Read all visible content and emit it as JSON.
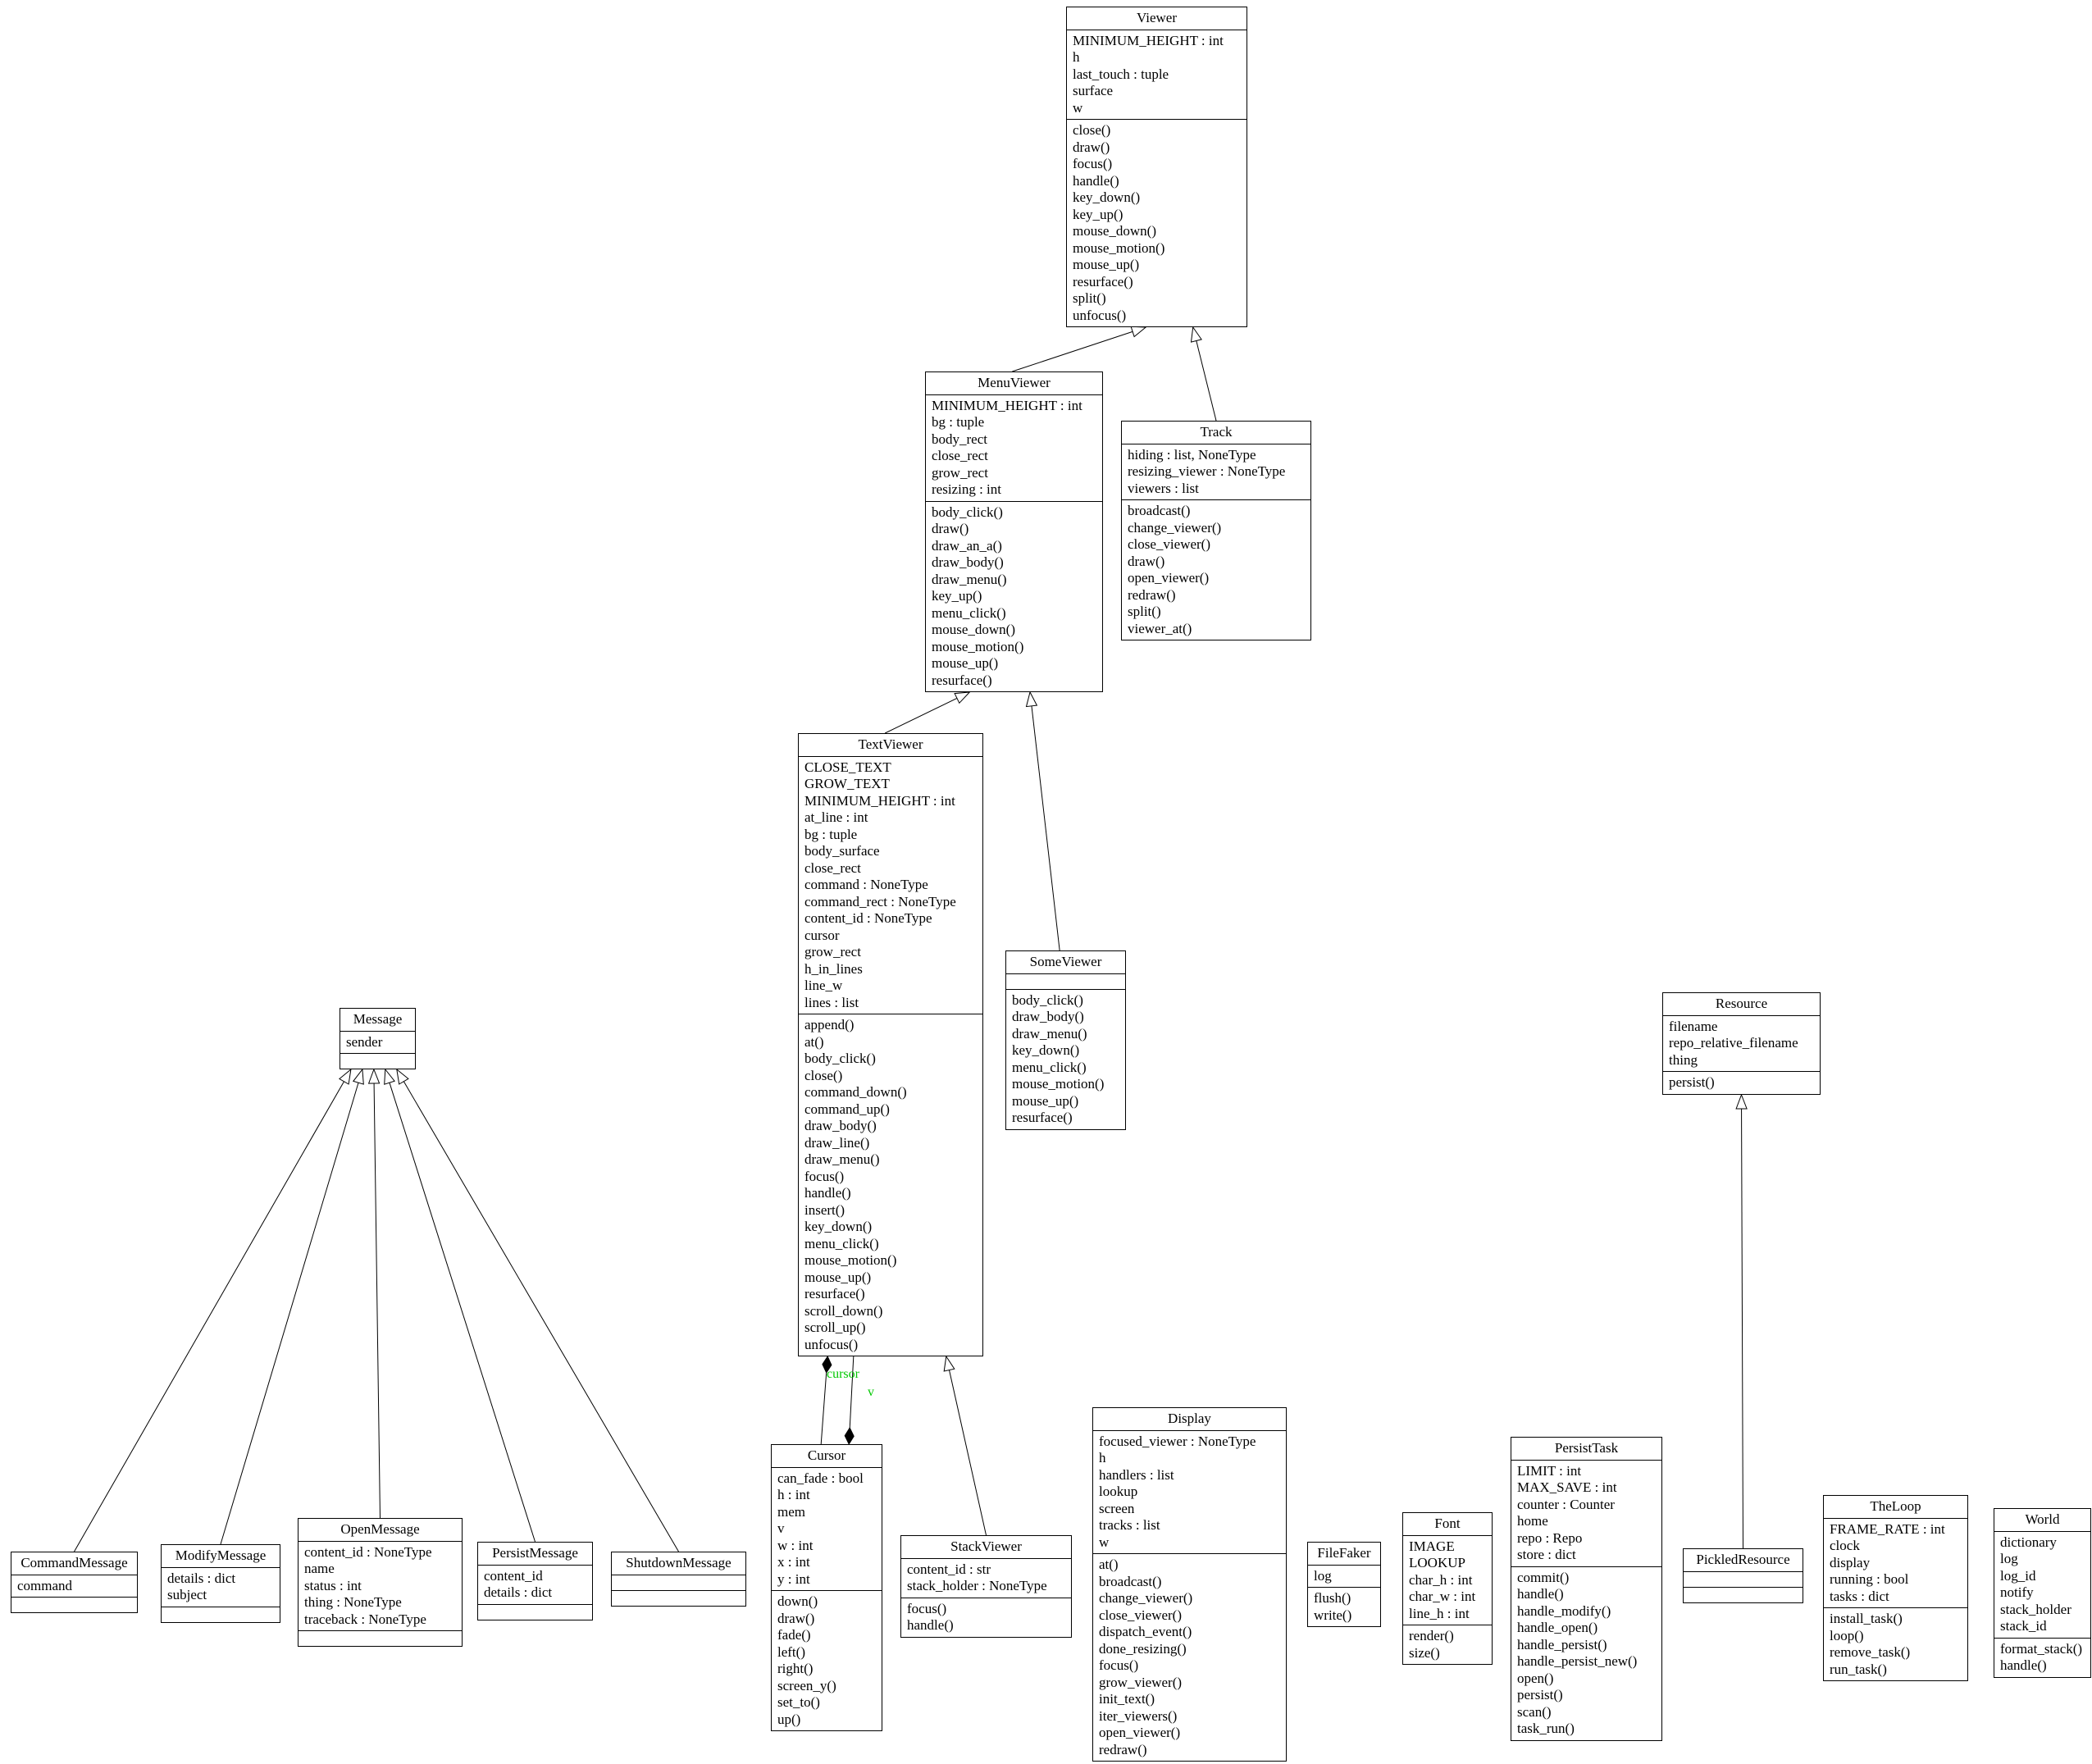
{
  "diagram": {
    "type": "uml-class-diagram",
    "colors": {
      "background": "#ffffff",
      "line": "#000000",
      "text": "#000000",
      "box_fill": "#ffffff",
      "composition_label": "#00c800"
    },
    "classes": [
      {
        "name": "Viewer",
        "attributes": [
          "MINIMUM_HEIGHT : int",
          "h",
          "last_touch : tuple",
          "surface",
          "w"
        ],
        "methods": [
          "close()",
          "draw()",
          "focus()",
          "handle()",
          "key_down()",
          "key_up()",
          "mouse_down()",
          "mouse_motion()",
          "mouse_up()",
          "resurface()",
          "split()",
          "unfocus()"
        ]
      },
      {
        "name": "MenuViewer",
        "attributes": [
          "MINIMUM_HEIGHT : int",
          "bg : tuple",
          "body_rect",
          "close_rect",
          "grow_rect",
          "resizing : int"
        ],
        "methods": [
          "body_click()",
          "draw()",
          "draw_an_a()",
          "draw_body()",
          "draw_menu()",
          "key_up()",
          "menu_click()",
          "mouse_down()",
          "mouse_motion()",
          "mouse_up()",
          "resurface()"
        ]
      },
      {
        "name": "Track",
        "attributes": [
          "hiding : list, NoneType",
          "resizing_viewer : NoneType",
          "viewers : list"
        ],
        "methods": [
          "broadcast()",
          "change_viewer()",
          "close_viewer()",
          "draw()",
          "open_viewer()",
          "redraw()",
          "split()",
          "viewer_at()"
        ]
      },
      {
        "name": "TextViewer",
        "attributes": [
          "CLOSE_TEXT",
          "GROW_TEXT",
          "MINIMUM_HEIGHT : int",
          "at_line : int",
          "bg : tuple",
          "body_surface",
          "close_rect",
          "command : NoneType",
          "command_rect : NoneType",
          "content_id : NoneType",
          "cursor",
          "grow_rect",
          "h_in_lines",
          "line_w",
          "lines : list"
        ],
        "methods": [
          "append()",
          "at()",
          "body_click()",
          "close()",
          "command_down()",
          "command_up()",
          "draw_body()",
          "draw_line()",
          "draw_menu()",
          "focus()",
          "handle()",
          "insert()",
          "key_down()",
          "menu_click()",
          "mouse_motion()",
          "mouse_up()",
          "resurface()",
          "scroll_down()",
          "scroll_up()",
          "unfocus()"
        ]
      },
      {
        "name": "SomeViewer",
        "attributes": [],
        "methods": [
          "body_click()",
          "draw_body()",
          "draw_menu()",
          "key_down()",
          "menu_click()",
          "mouse_motion()",
          "mouse_up()",
          "resurface()"
        ]
      },
      {
        "name": "Message",
        "attributes": [
          "sender"
        ],
        "methods": []
      },
      {
        "name": "Resource",
        "attributes": [
          "filename",
          "repo_relative_filename",
          "thing"
        ],
        "methods": [
          "persist()"
        ]
      },
      {
        "name": "CommandMessage",
        "attributes": [
          "command"
        ],
        "methods": []
      },
      {
        "name": "ModifyMessage",
        "attributes": [
          "details : dict",
          "subject"
        ],
        "methods": []
      },
      {
        "name": "OpenMessage",
        "attributes": [
          "content_id : NoneType",
          "name",
          "status : int",
          "thing : NoneType",
          "traceback : NoneType"
        ],
        "methods": []
      },
      {
        "name": "PersistMessage",
        "attributes": [
          "content_id",
          "details : dict"
        ],
        "methods": []
      },
      {
        "name": "ShutdownMessage",
        "attributes": [],
        "methods": []
      },
      {
        "name": "Cursor",
        "attributes": [
          "can_fade : bool",
          "h : int",
          "mem",
          "v",
          "w : int",
          "x : int",
          "y : int"
        ],
        "methods": [
          "down()",
          "draw()",
          "fade()",
          "left()",
          "right()",
          "screen_y()",
          "set_to()",
          "up()"
        ]
      },
      {
        "name": "StackViewer",
        "attributes": [
          "content_id : str",
          "stack_holder : NoneType"
        ],
        "methods": [
          "focus()",
          "handle()"
        ]
      },
      {
        "name": "Display",
        "attributes": [
          "focused_viewer : NoneType",
          "h",
          "handlers : list",
          "lookup",
          "screen",
          "tracks : list",
          "w"
        ],
        "methods": [
          "at()",
          "broadcast()",
          "change_viewer()",
          "close_viewer()",
          "dispatch_event()",
          "done_resizing()",
          "focus()",
          "grow_viewer()",
          "init_text()",
          "iter_viewers()",
          "open_viewer()",
          "redraw()"
        ]
      },
      {
        "name": "FileFaker",
        "attributes": [
          "log"
        ],
        "methods": [
          "flush()",
          "write()"
        ]
      },
      {
        "name": "Font",
        "attributes": [
          "IMAGE",
          "LOOKUP",
          "char_h : int",
          "char_w : int",
          "line_h : int"
        ],
        "methods": [
          "render()",
          "size()"
        ]
      },
      {
        "name": "PersistTask",
        "attributes": [
          "LIMIT : int",
          "MAX_SAVE : int",
          "counter : Counter",
          "home",
          "repo : Repo",
          "store : dict"
        ],
        "methods": [
          "commit()",
          "handle()",
          "handle_modify()",
          "handle_open()",
          "handle_persist()",
          "handle_persist_new()",
          "open()",
          "persist()",
          "scan()",
          "task_run()"
        ]
      },
      {
        "name": "PickledResource",
        "attributes": [],
        "methods": []
      },
      {
        "name": "TheLoop",
        "attributes": [
          "FRAME_RATE : int",
          "clock",
          "display",
          "running : bool",
          "tasks : dict"
        ],
        "methods": [
          "install_task()",
          "loop()",
          "remove_task()",
          "run_task()"
        ]
      },
      {
        "name": "World",
        "attributes": [
          "dictionary",
          "log",
          "log_id",
          "notify",
          "stack_holder",
          "stack_id"
        ],
        "methods": [
          "format_stack()",
          "handle()"
        ]
      }
    ],
    "edges": [
      {
        "from": "MenuViewer",
        "to": "Viewer",
        "type": "inheritance"
      },
      {
        "from": "Track",
        "to": "Viewer",
        "type": "inheritance"
      },
      {
        "from": "TextViewer",
        "to": "MenuViewer",
        "type": "inheritance"
      },
      {
        "from": "SomeViewer",
        "to": "MenuViewer",
        "type": "inheritance"
      },
      {
        "from": "StackViewer",
        "to": "TextViewer",
        "type": "inheritance"
      },
      {
        "from": "CommandMessage",
        "to": "Message",
        "type": "inheritance"
      },
      {
        "from": "ModifyMessage",
        "to": "Message",
        "type": "inheritance"
      },
      {
        "from": "OpenMessage",
        "to": "Message",
        "type": "inheritance"
      },
      {
        "from": "PersistMessage",
        "to": "Message",
        "type": "inheritance"
      },
      {
        "from": "ShutdownMessage",
        "to": "Message",
        "type": "inheritance"
      },
      {
        "from": "PickledResource",
        "to": "Resource",
        "type": "inheritance"
      },
      {
        "from": "TextViewer",
        "to": "Cursor",
        "type": "composition",
        "label": "cursor"
      },
      {
        "from": "Cursor",
        "to": "TextViewer",
        "type": "composition",
        "label": "v"
      }
    ]
  }
}
